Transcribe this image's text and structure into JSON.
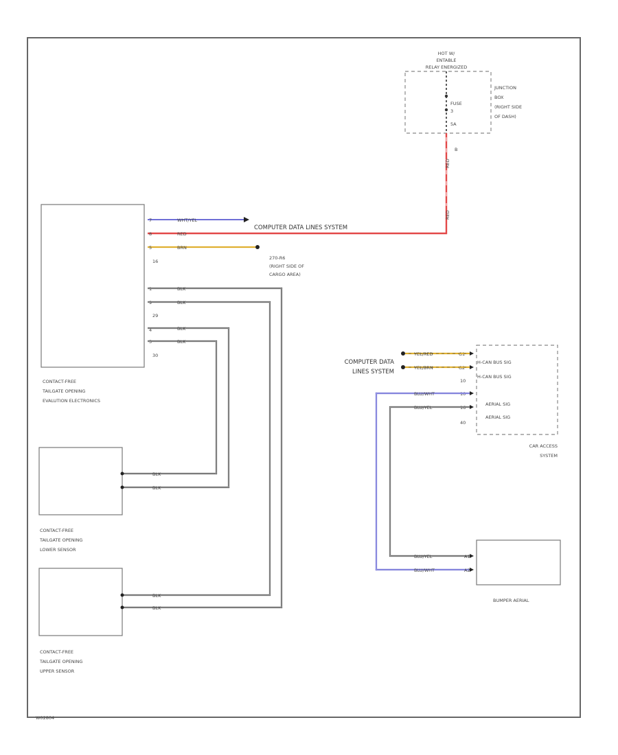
{
  "components": {
    "junction_box": {
      "hot_label_line1": "HOT W/",
      "hot_label_line2": "ENTABLE",
      "hot_label_line3": "RELAY ENERGIZED",
      "fuse_label": "FUSE",
      "fuse_num": "3",
      "fuse_amp": "5A",
      "name_line1": "JUNCTION",
      "name_line2": "BOX",
      "name_line3": "(RIGHT SIDE",
      "name_line4": "OF DASH)",
      "pin": "B"
    },
    "evaluation_electronics": {
      "name_line1": "CONTACT-FREE",
      "name_line2": "TAILGATE OPENING",
      "name_line3": "EVALUTION ELECTRONICS",
      "pins": [
        "7",
        "8",
        "5",
        "16",
        "1",
        "9",
        "29",
        "4",
        "3",
        "30"
      ]
    },
    "lower_sensor": {
      "name_line1": "CONTACT-FREE",
      "name_line2": "TAILGATE OPENING",
      "name_line3": "LOWER SENSOR"
    },
    "upper_sensor": {
      "name_line1": "CONTACT-FREE",
      "name_line2": "TAILGATE OPENING",
      "name_line3": "UPPER SENSOR"
    },
    "car_access": {
      "name_line1": "CAR ACCESS",
      "name_line2": "SYSTEM",
      "signals": [
        "H-CAN BUS SIG",
        "H-CAN BUS SIG",
        "AERIAL SIG",
        "AERIAL SIG"
      ],
      "pins": [
        "G1",
        "G2",
        "10",
        "16",
        "10",
        "40"
      ]
    },
    "bumper_aerial": {
      "name": "BUMPER AERIAL",
      "pins": [
        "A1",
        "A2"
      ]
    }
  },
  "wires": {
    "wht_yel": "WHT/YEL",
    "red": "RED",
    "brn": "BRN",
    "blk": "BLK",
    "yel_red": "YEL/RED",
    "yel_brn": "YEL/BRN",
    "blu_wht": "BLU/WHT",
    "blu_yel": "BLU/YEL"
  },
  "references": {
    "data_lines_top": "COMPUTER DATA LINES SYSTEM",
    "data_lines_right_line1": "COMPUTER DATA",
    "data_lines_right_line2": "LINES SYSTEM",
    "ground_line1": "270-R6",
    "ground_line2": "(RIGHT SIDE OF",
    "ground_line3": "CARGO AREA)"
  },
  "footer": {
    "code": "W02804"
  },
  "colors": {
    "black_wire": "#3a3a3a",
    "blue_wire": "#4c4cc8",
    "red_wire": "#e34848",
    "yellow_wire": "#e0b030",
    "border": "#666666"
  }
}
